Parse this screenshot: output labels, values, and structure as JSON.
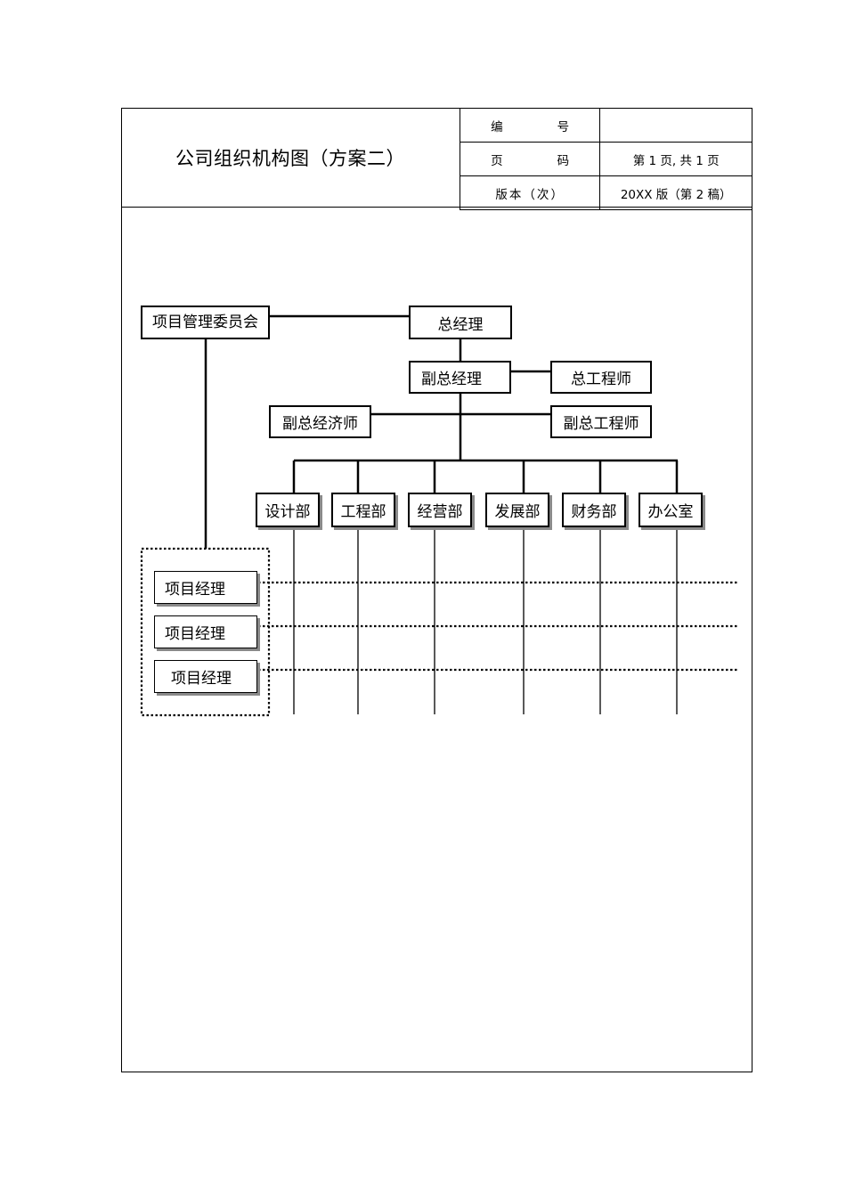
{
  "header": {
    "title": "公司组织机构图（方案二）",
    "rows": [
      {
        "key": "编 号",
        "value": ""
      },
      {
        "key": "页  码",
        "value": "第 1 页,  共  1 页"
      },
      {
        "key": "版本（次）",
        "value": "20XX  版（第  2 稿）"
      }
    ]
  },
  "org": {
    "committee": "项目管理委员会",
    "general_manager": "总经理",
    "deputy_gm": "副总经理",
    "chief_engineer": "总工程师",
    "deputy_chief_economist": "副总经济师",
    "deputy_chief_engineer": "副总工程师",
    "departments": [
      "设计部",
      "工程部",
      "经营部",
      "发展部",
      "财务部",
      "办公室"
    ],
    "project_managers": [
      "项目经理",
      "项目经理",
      "项目经理"
    ]
  }
}
